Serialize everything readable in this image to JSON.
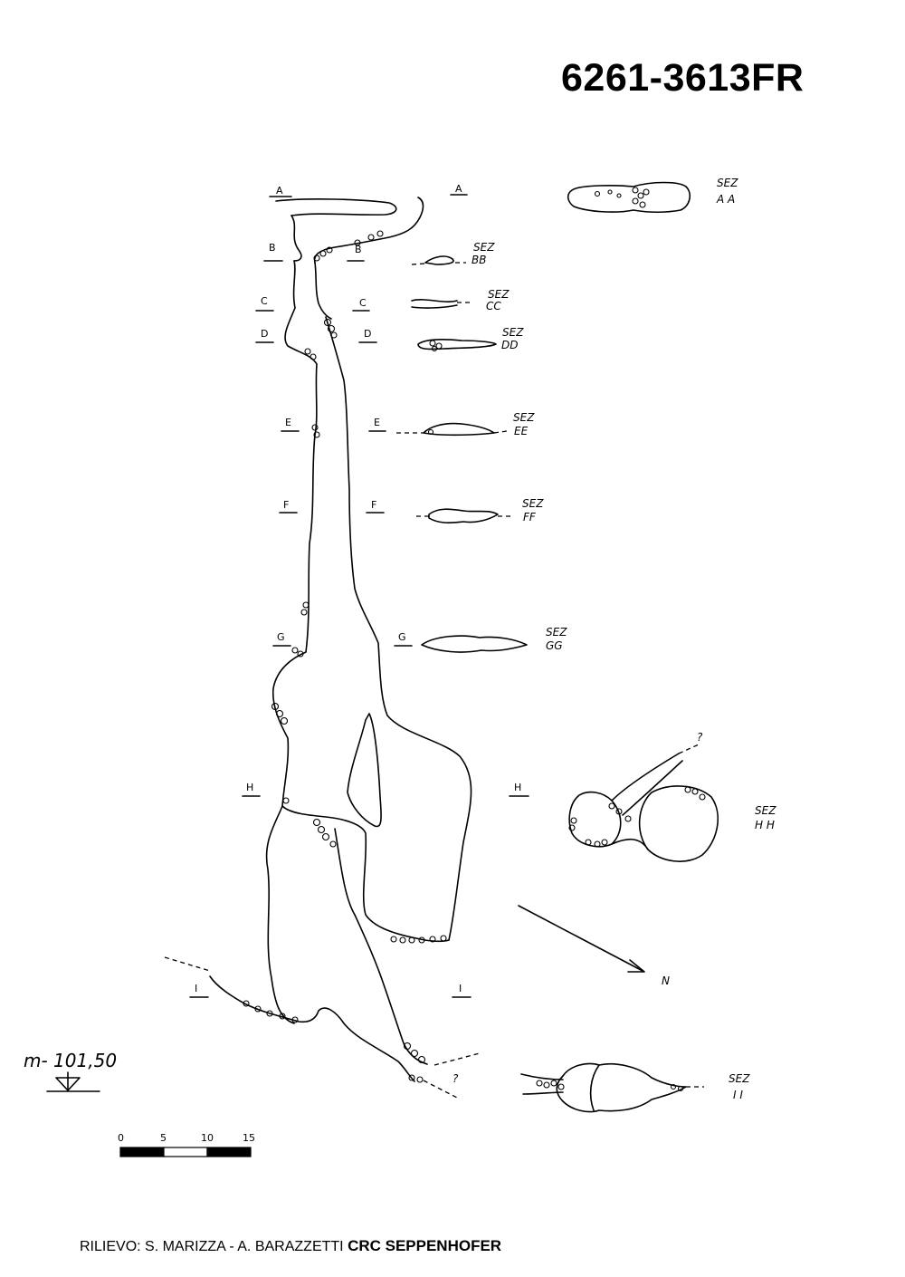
{
  "cave_code": "6261-3613FR",
  "credit": {
    "prefix": "RILIEVO: S. MARIZZA - A. BARAZZETTI",
    "group": "CRC SEPPENHOFER"
  },
  "sections": [
    {
      "letter": "A",
      "label": "SEZ",
      "name": "A A"
    },
    {
      "letter": "B",
      "label": "SEZ",
      "name": "BB"
    },
    {
      "letter": "C",
      "label": "SEZ",
      "name": "CC"
    },
    {
      "letter": "D",
      "label": "SEZ",
      "name": "DD"
    },
    {
      "letter": "E",
      "label": "SEZ",
      "name": "EE"
    },
    {
      "letter": "F",
      "label": "SEZ",
      "name": "FF"
    },
    {
      "letter": "G",
      "label": "SEZ",
      "name": "GG"
    },
    {
      "letter": "H",
      "label": "SEZ",
      "name": "H H"
    },
    {
      "letter": "I",
      "label": "SEZ",
      "name": "I I"
    }
  ],
  "depth_marker": "m- 101,50",
  "scale_bar": {
    "ticks": [
      "0",
      "5",
      "10",
      "15"
    ]
  },
  "north_label": "N",
  "unknown_marks": [
    "?",
    "?"
  ]
}
